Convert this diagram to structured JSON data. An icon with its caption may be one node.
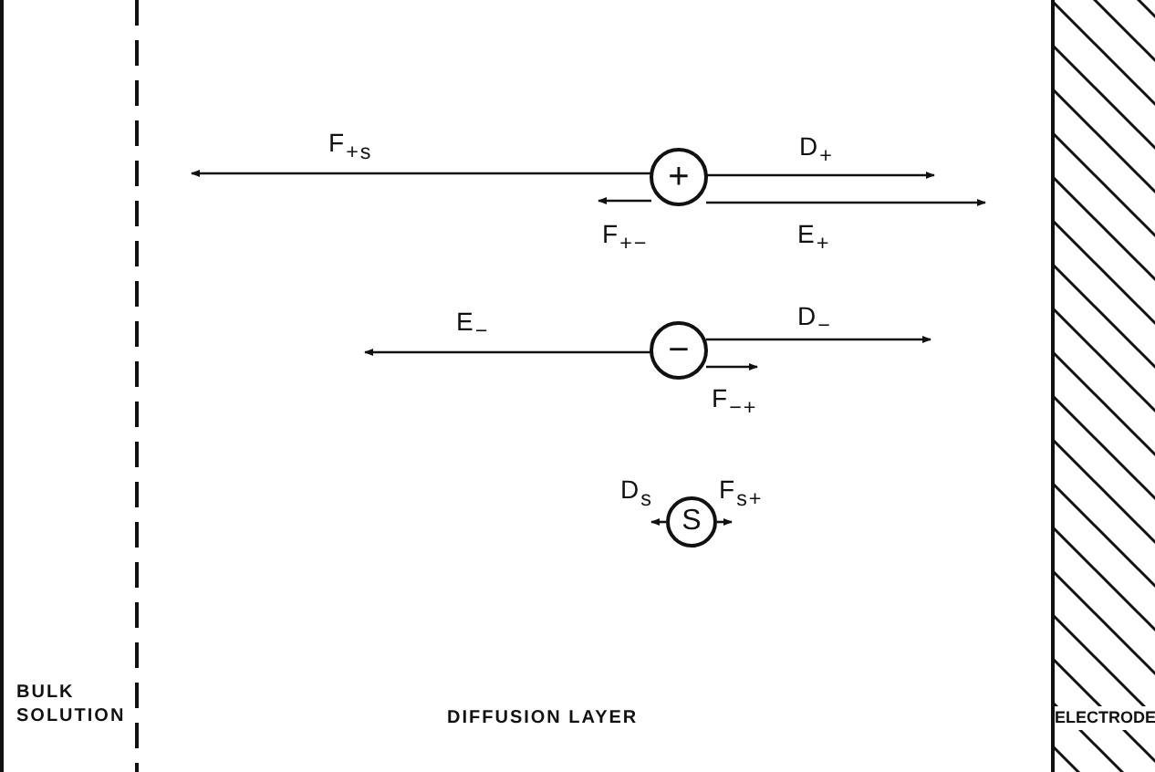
{
  "diagram": {
    "nodes": [
      {
        "text": [
          "+"
        ]
      },
      {
        "text": [
          "−"
        ]
      },
      {
        "text": [
          "S"
        ]
      }
    ],
    "labels": [
      "F$_{+s}$",
      "D$_{+}$",
      "F$_{+−}$",
      "E$_{+}$",
      "E$_{−}$",
      "D$_{−}$",
      "F$_{−+}$",
      "D$_{s}$",
      "F$_{s+}$",
      "BULK SOLUTION",
      "DIFFUSION LAYER",
      "ELECTRODE"
    ]
  }
}
